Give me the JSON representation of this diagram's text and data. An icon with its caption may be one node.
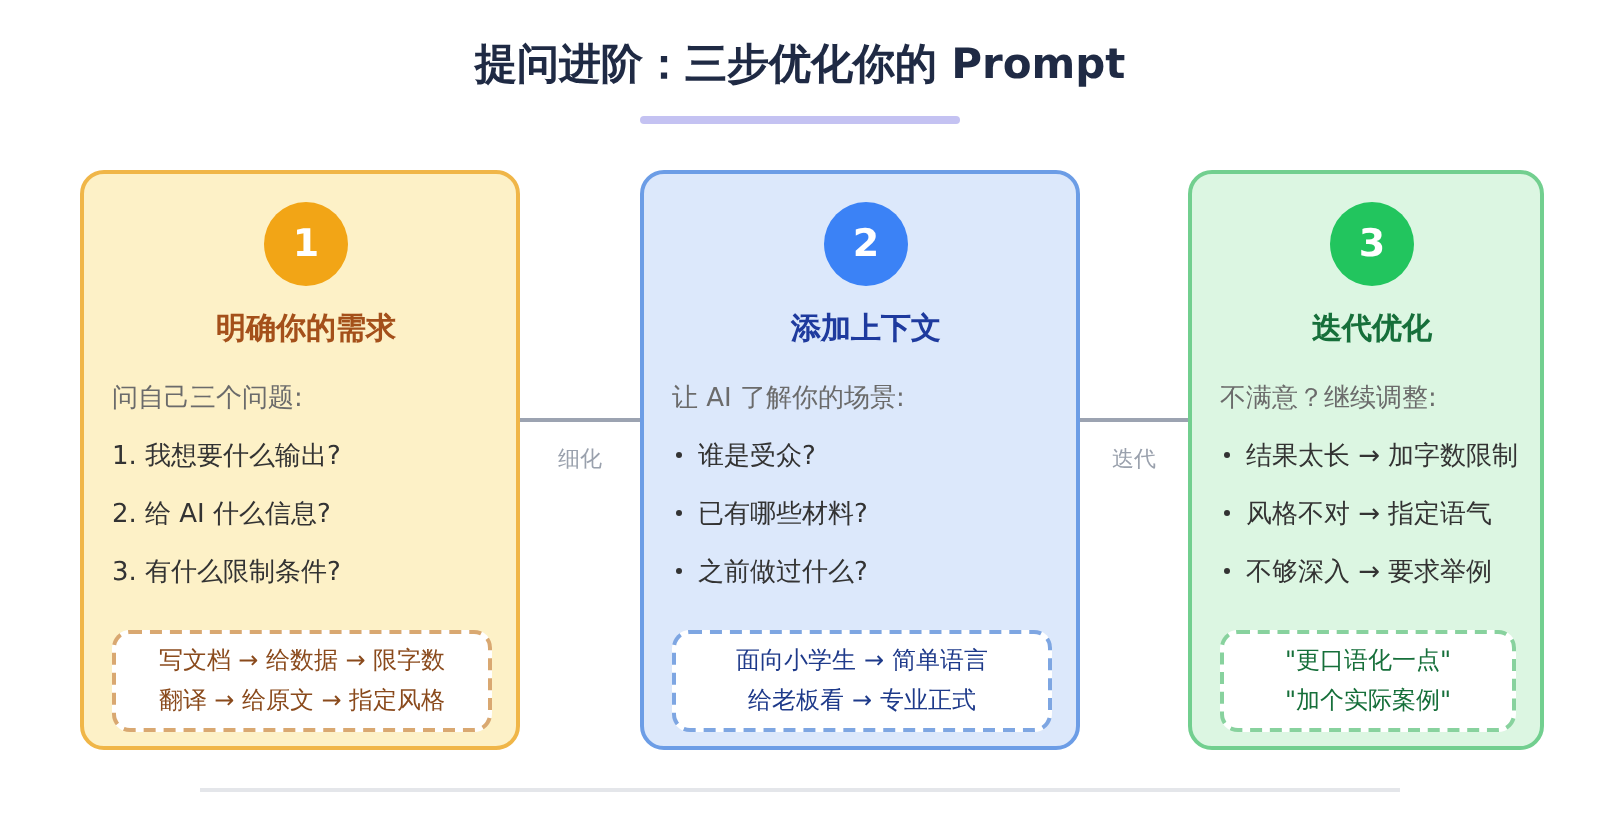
{
  "diagram": {
    "title": "提问进阶：三步优化你的 Prompt",
    "nodes": [
      {
        "text": [
          "明确你的需求",
          "问自己三个问题:",
          "1. 我想要什么输出?",
          "2. 给 AI 什么信息?",
          "3. 有什么限制条件?"
        ]
      },
      {
        "text": [
          "1"
        ],
        "in": 0
      },
      {
        "text": [
          "写文档 → 给数据 → 限字数",
          "翻译 → 给原文 → 指定风格"
        ],
        "in": 0
      },
      {
        "text": [
          "添加上下文",
          "让 AI 了解你的场景:",
          "谁是受众?",
          "已有哪些材料?",
          "之前做过什么?"
        ]
      },
      {
        "text": [
          "2"
        ],
        "in": 3
      },
      {
        "text": [
          "面向小学生 → 简单语言",
          "给老板看 → 专业正式"
        ],
        "in": 3
      },
      {
        "text": [
          "迭代优化",
          "不满意？继续调整:",
          "结果太长 → 加字数限制",
          "风格不对 → 指定语气",
          "不够深入 → 要求举例"
        ]
      },
      {
        "text": [
          "3"
        ],
        "in": 6
      },
      {
        "text": [
          "\"更口语化一点\"",
          "\"加个实际案例\""
        ],
        "in": 6
      }
    ],
    "edges": [
      {
        "from": 0,
        "to": 3,
        "arrow": "none",
        "label": "细化"
      },
      {
        "from": 3,
        "to": 6,
        "arrow": "none",
        "label": "迭代"
      }
    ]
  }
}
